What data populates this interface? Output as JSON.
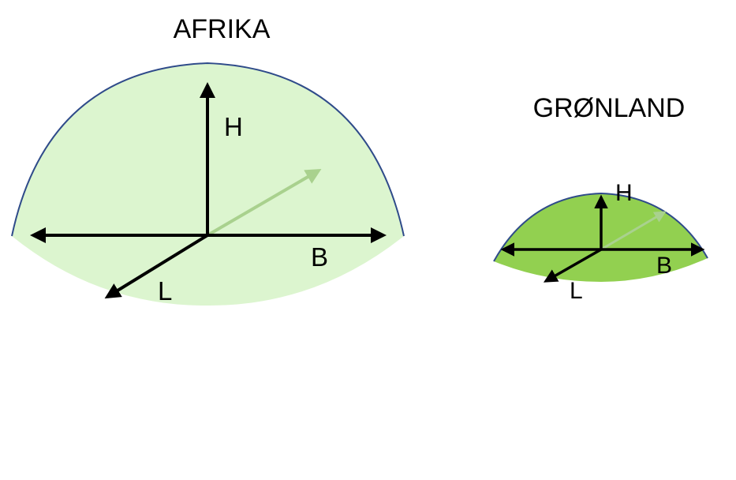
{
  "figures": [
    {
      "id": "africa",
      "title": "AFRIKA",
      "fill_color": "#dcf5cf",
      "outline_color": "#2f4b8a",
      "labels": {
        "height": "H",
        "width": "B",
        "length": "L"
      }
    },
    {
      "id": "greenland",
      "title": "GRØNLAND",
      "fill_color": "#92d050",
      "outline_color": "#2f4b8a",
      "labels": {
        "height": "H",
        "width": "B",
        "length": "L"
      }
    }
  ],
  "colors": {
    "axis": "#000000",
    "depth_arrow": "#a9d18e"
  }
}
